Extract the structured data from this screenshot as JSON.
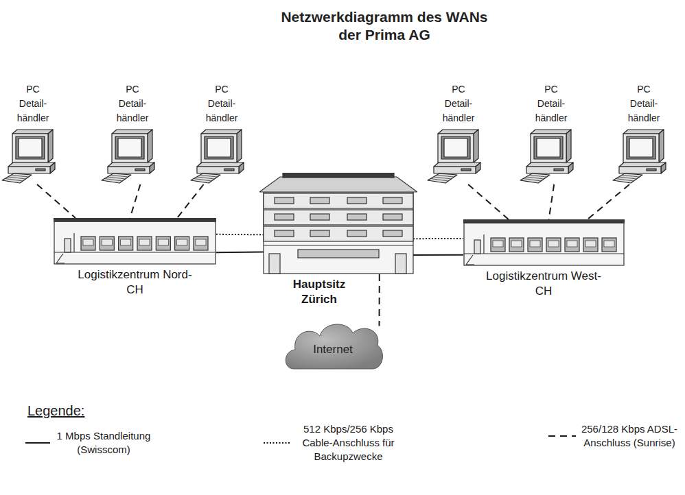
{
  "diagram": {
    "title": "Netzwerkdiagramm des WANs der Prima AG",
    "nodes": [
      {
        "text": [
          "PC Detail- händler"
        ]
      },
      {
        "text": [
          "PC Detail- händler"
        ]
      },
      {
        "text": [
          "PC Detail- händler"
        ]
      },
      {
        "text": [
          "PC Detail- händler"
        ]
      },
      {
        "text": [
          "PC Detail- händler"
        ]
      },
      {
        "text": [
          "PC Detail- händler"
        ]
      },
      {
        "text": [
          "Logistikzentrum Nord-CH"
        ]
      },
      {
        "text": [
          "Hauptsitz Zürich"
        ]
      },
      {
        "text": [
          "Logistikzentrum West-CH"
        ]
      },
      {
        "text": [
          "Internet"
        ]
      }
    ],
    "edges": [
      {
        "from": 0,
        "to": 6,
        "arrow": "none"
      },
      {
        "from": 1,
        "to": 6,
        "arrow": "none"
      },
      {
        "from": 2,
        "to": 6,
        "arrow": "none"
      },
      {
        "from": 3,
        "to": 8,
        "arrow": "none"
      },
      {
        "from": 4,
        "to": 8,
        "arrow": "none"
      },
      {
        "from": 5,
        "to": 8,
        "arrow": "none"
      },
      {
        "from": 6,
        "to": 7,
        "arrow": "none"
      },
      {
        "from": 6,
        "to": 7,
        "arrow": "none"
      },
      {
        "from": 7,
        "to": 8,
        "arrow": "none"
      },
      {
        "from": 7,
        "to": 8,
        "arrow": "none"
      },
      {
        "from": 7,
        "to": 9,
        "arrow": "none"
      }
    ],
    "labels": [
      "Legende:"
    ],
    "legend": [
      {
        "text": "1 Mbps Standleitung (Swisscom)"
      },
      {
        "text": "512 Kbps/256 Kbps Cable-Anschluss für Backupzwecke"
      },
      {
        "text": "256/128 Kbps ADSL-Anschluss (Sunrise)"
      }
    ]
  }
}
